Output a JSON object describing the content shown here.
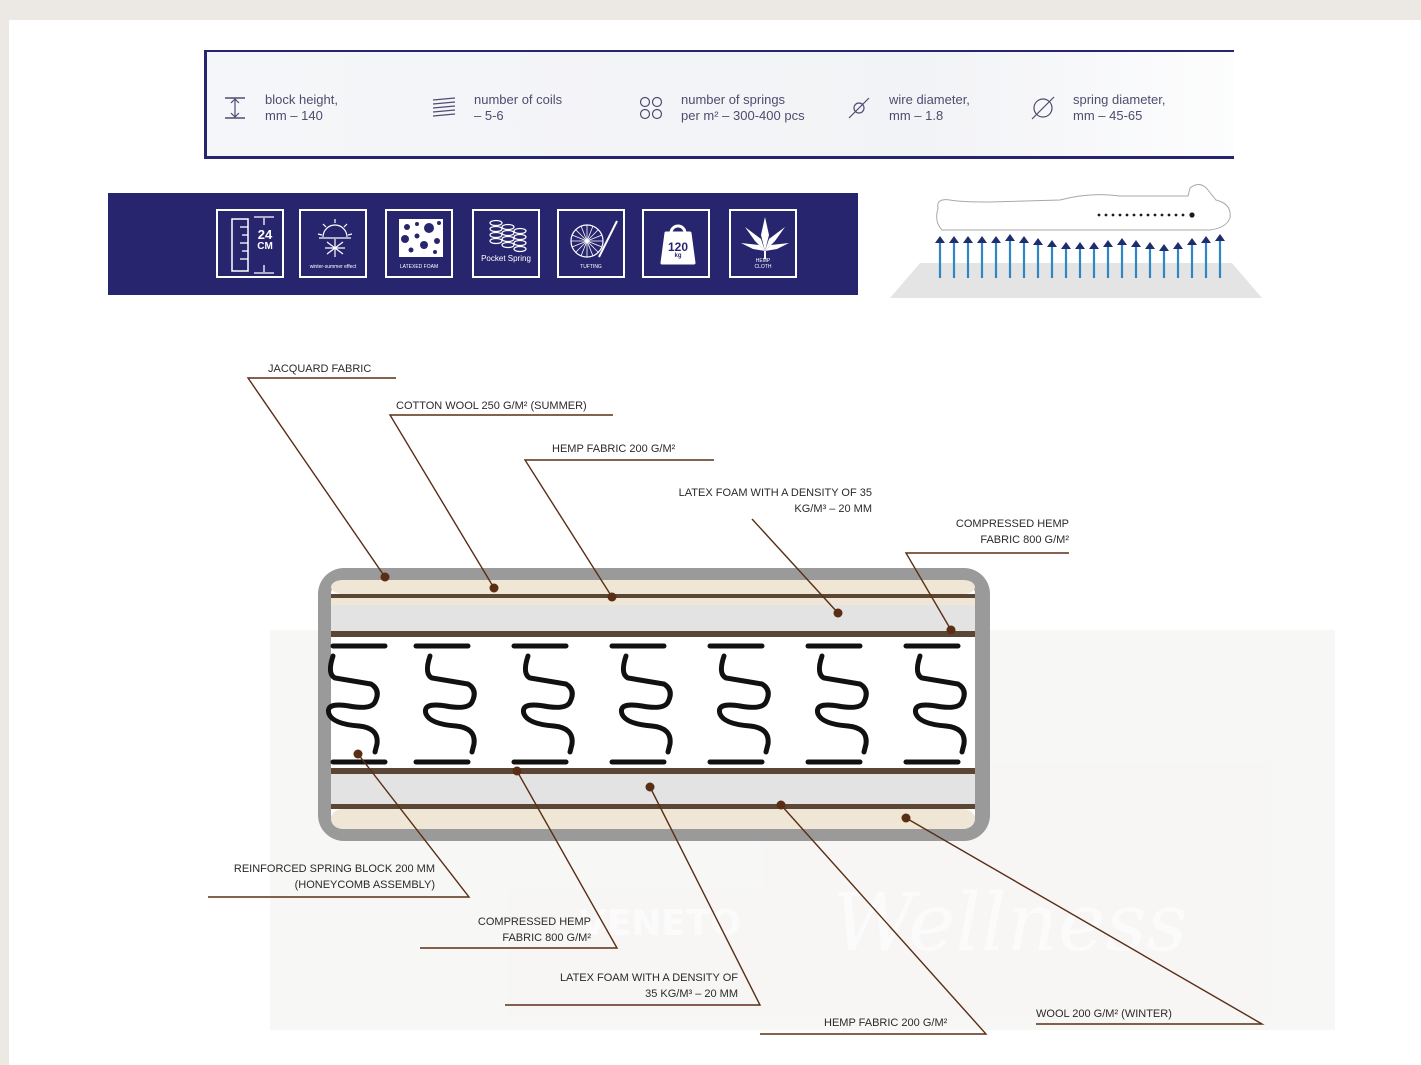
{
  "specs": [
    {
      "icon": "block-height-icon",
      "text": "block height,\nmm – 140"
    },
    {
      "icon": "coils-icon",
      "text": "number of coils\n– 5-6"
    },
    {
      "icon": "springs-count-icon",
      "text": "number of springs\nper m² – 300-400 pcs"
    },
    {
      "icon": "wire-diameter-icon",
      "text": "wire diameter,\nmm – 1.8"
    },
    {
      "icon": "spring-diameter-icon",
      "text": "spring diameter,\nmm – 45-65"
    }
  ],
  "badges": [
    {
      "icon": "height-24cm-icon",
      "value": "24",
      "unit": "CM",
      "label": ""
    },
    {
      "icon": "winter-summer-icon",
      "label": "winter-summer effect"
    },
    {
      "icon": "latex-foam-icon",
      "label": "LATEXED FOAM"
    },
    {
      "icon": "pocket-spring-icon",
      "label": "Pocket Spring"
    },
    {
      "icon": "tufting-icon",
      "label": "TUFTING"
    },
    {
      "icon": "weight-120kg-icon",
      "value": "120",
      "unit": "kg",
      "label": ""
    },
    {
      "icon": "hemp-leaf-icon",
      "label": "HEMP CLOTH"
    }
  ],
  "layers": {
    "top": [
      {
        "id": "jacquard",
        "text": "JACQUARD FABRIC"
      },
      {
        "id": "cotton",
        "text": "COTTON WOOL 250 G/M² (SUMMER)"
      },
      {
        "id": "hemp-top",
        "text": "HEMP FABRIC 200 G/M²"
      },
      {
        "id": "latex-top",
        "text": "LATEX FOAM WITH A DENSITY OF 35\nKG/M³ – 20 MM"
      },
      {
        "id": "compressed-top",
        "text": "COMPRESSED HEMP\nFABRIC 800 G/M²"
      }
    ],
    "bottom": [
      {
        "id": "spring-block",
        "text": "REINFORCED SPRING BLOCK 200 MM\n(HONEYCOMB ASSEMBLY)"
      },
      {
        "id": "compressed-bottom",
        "text": "COMPRESSED HEMP\nFABRIC 800 G/M²"
      },
      {
        "id": "latex-bottom",
        "text": "LATEX FOAM WITH A DENSITY OF\n35 KG/M³ – 20 MM"
      },
      {
        "id": "hemp-bottom",
        "text": "HEMP FABRIC 200 G/M²"
      },
      {
        "id": "wool",
        "text": "WOOL 200 G/M² (WINTER)"
      }
    ]
  },
  "watermark": {
    "brand": "VENETO",
    "script": "Wellness"
  },
  "colors": {
    "navy": "#28256f",
    "leader": "#5a2e14",
    "beige": "#efe6d6",
    "brown": "#5b4636"
  }
}
